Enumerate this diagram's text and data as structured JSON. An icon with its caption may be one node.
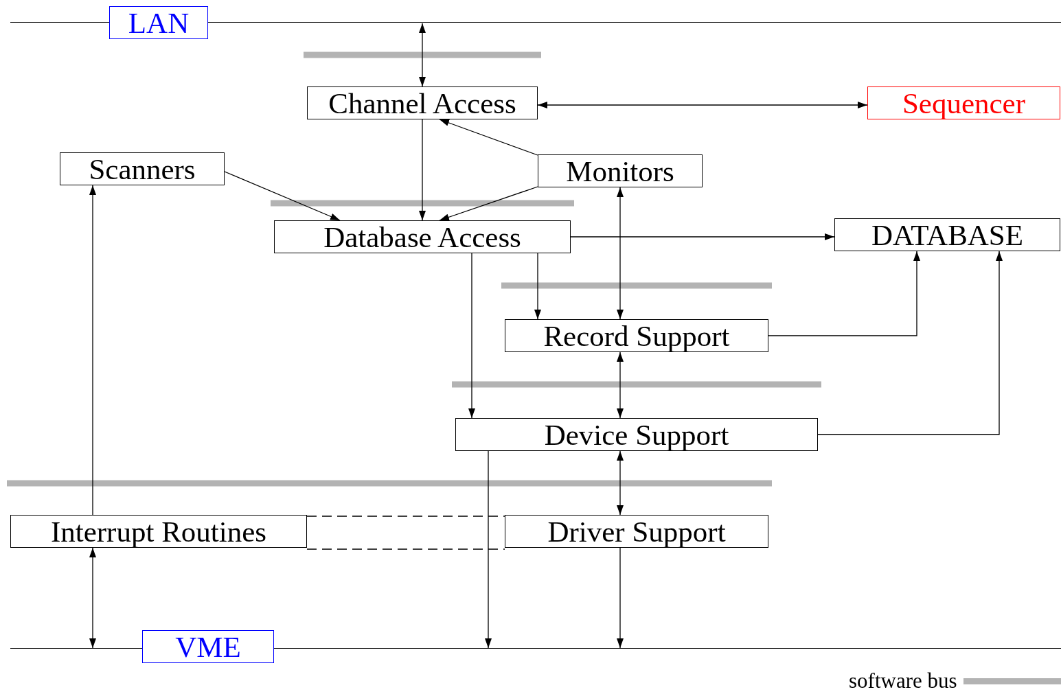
{
  "diagram": {
    "nodes": [
      {
        "text": [
          "LAN"
        ]
      },
      {
        "text": [],
        "shape": "line"
      },
      {
        "text": [
          "Channel Access"
        ]
      },
      {
        "text": [
          "Sequencer"
        ]
      },
      {
        "text": [
          "Scanners"
        ]
      },
      {
        "text": [
          "Monitors"
        ]
      },
      {
        "text": [
          "Database Access"
        ]
      },
      {
        "text": [
          "DATABASE"
        ]
      },
      {
        "text": [
          "Record Support"
        ]
      },
      {
        "text": [
          "Device Support"
        ]
      },
      {
        "text": [
          "Interrupt Routines"
        ]
      },
      {
        "text": [
          "Driver Support"
        ]
      },
      {
        "text": [
          "VME"
        ]
      },
      {
        "text": [],
        "shape": "line"
      }
    ],
    "edges": [
      {
        "from": 2,
        "to": 1,
        "arrow": "both"
      },
      {
        "from": 2,
        "to": 3,
        "arrow": "both"
      },
      {
        "from": 5,
        "to": 2,
        "arrow": "to"
      },
      {
        "from": 2,
        "to": 6,
        "arrow": "to"
      },
      {
        "from": 4,
        "to": 6,
        "arrow": "to"
      },
      {
        "from": 5,
        "to": 6,
        "arrow": "to"
      },
      {
        "from": 5,
        "to": 8,
        "arrow": "both"
      },
      {
        "from": 6,
        "to": 7,
        "arrow": "to"
      },
      {
        "from": 6,
        "to": 8,
        "arrow": "to"
      },
      {
        "from": 6,
        "to": 9,
        "arrow": "to"
      },
      {
        "from": 8,
        "to": 7,
        "arrow": "to"
      },
      {
        "from": 8,
        "to": 9,
        "arrow": "both"
      },
      {
        "from": 9,
        "to": 7,
        "arrow": "to"
      },
      {
        "from": 9,
        "to": 11,
        "arrow": "both"
      },
      {
        "from": 9,
        "to": 13,
        "arrow": "to"
      },
      {
        "from": 11,
        "to": 13,
        "arrow": "to"
      },
      {
        "from": 10,
        "to": 4,
        "arrow": "to"
      },
      {
        "from": 10,
        "to": 13,
        "arrow": "both"
      },
      {
        "from": 10,
        "to": 11,
        "arrow": "none",
        "style": "dashed"
      },
      {
        "from": 10,
        "to": 11,
        "arrow": "none",
        "style": "dashed"
      }
    ],
    "legend": [
      {
        "text": "software bus",
        "color": "#b3b3b3"
      }
    ]
  }
}
